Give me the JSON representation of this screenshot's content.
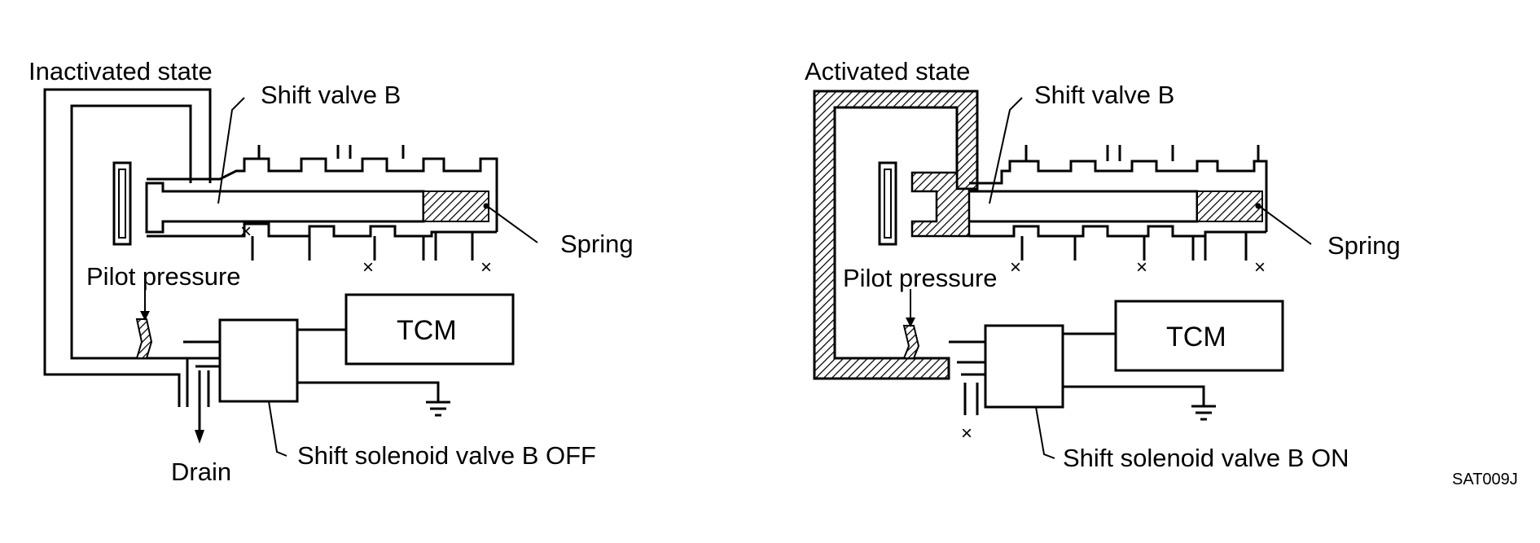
{
  "left_panel": {
    "state_label": "Inactivated state",
    "valve_label": "Shift valve B",
    "spring_label": "Spring",
    "pilot_label": "Pilot pressure",
    "tcm_label": "TCM",
    "solenoid_label": "Shift solenoid valve B OFF",
    "drain_label": "Drain"
  },
  "right_panel": {
    "state_label": "Activated state",
    "valve_label": "Shift valve B",
    "spring_label": "Spring",
    "pilot_label": "Pilot pressure",
    "tcm_label": "TCM",
    "solenoid_label": "Shift solenoid valve B ON"
  },
  "figure_code": "SAT009J",
  "marks": {
    "exhaust_symbol": "×"
  }
}
